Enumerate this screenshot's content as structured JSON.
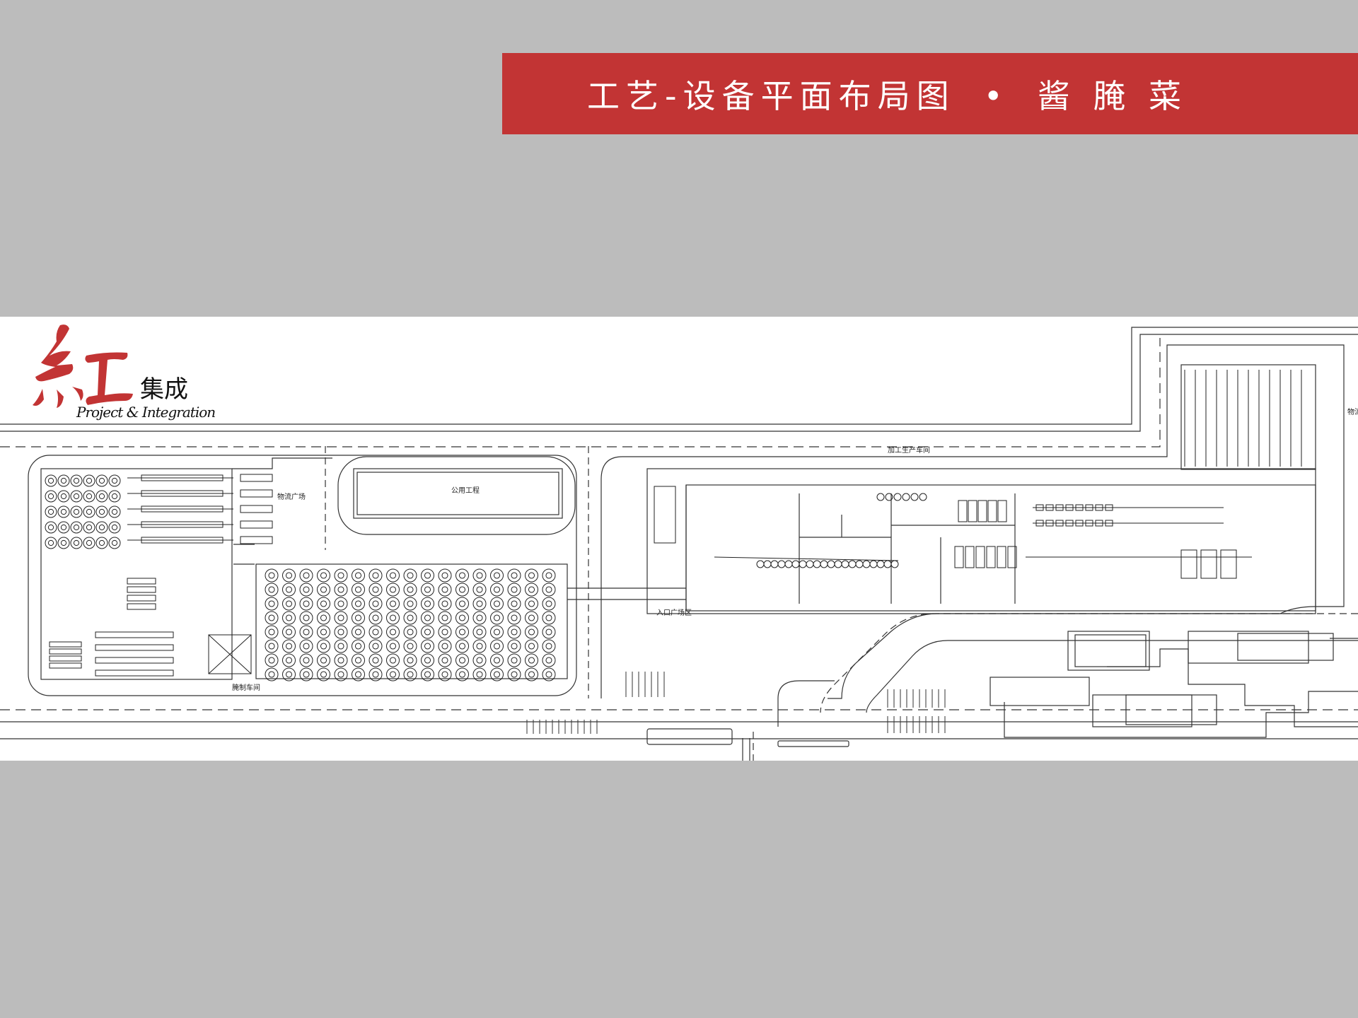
{
  "title": {
    "main": "工艺-设备平面布局图",
    "separator": "•",
    "subtitle": "酱 腌 菜"
  },
  "logo": {
    "mark_char": "紅",
    "cn": "集成",
    "en": "Project & Integration",
    "color": "#c23434"
  },
  "plan": {
    "labels": {
      "logistics": "物流广场",
      "utility": "公用工程",
      "processing": "加工生产车间",
      "entrance": "入口广场区",
      "pickling": "腌制车间",
      "edge": "物流"
    }
  },
  "colors": {
    "banner": "#c23434",
    "background": "#bcbcbc",
    "panel": "#ffffff",
    "line": "#333333"
  }
}
